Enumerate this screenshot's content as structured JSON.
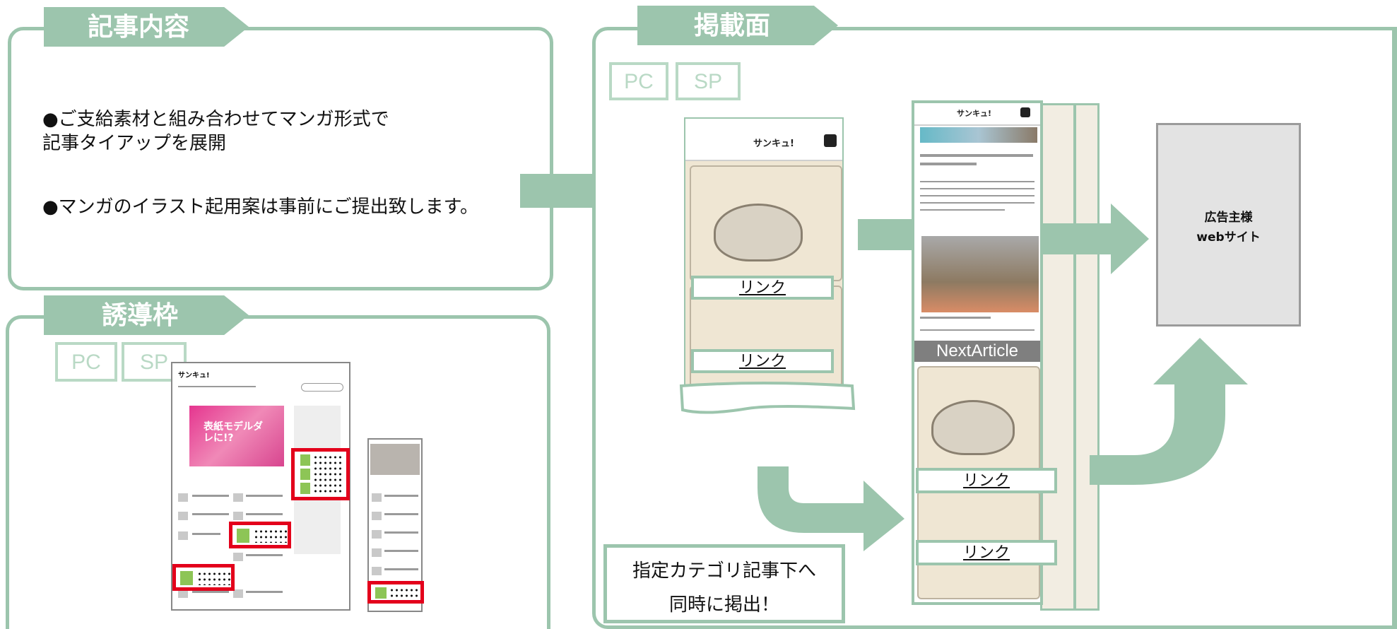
{
  "article_panel": {
    "tab_label": "記事内容",
    "bullet_1_line_1": "●ご支給素材と組み合わせてマンガ形式で",
    "bullet_1_line_2": "記事タイアップを展開",
    "bullet_2": "●マンガのイラスト起用案は事前にご提出致します。"
  },
  "guide_panel": {
    "tab_label": "誘導枠",
    "pc_label": "PC",
    "sp_label": "SP",
    "site_logo": "サンキュ!",
    "banner_text": "表紙モデルダレに!?"
  },
  "placement_panel": {
    "tab_label": "掲載面",
    "pc_label": "PC",
    "sp_label": "SP",
    "site_logo": "サンキュ!",
    "link_label": "リンク",
    "next_article_label": "NextArticle",
    "advertiser_line_1": "広告主様",
    "advertiser_line_2": "webサイト",
    "callout_line_1": "指定カテゴリ記事下へ",
    "callout_line_2": "同時に掲出！"
  },
  "colors": {
    "accent_green": "#9cc5ad",
    "highlight_red": "#e3001b",
    "slot_green": "#8dc556"
  },
  "icons": [
    "search-icon",
    "arrow-right-icon",
    "arrow-curve-icon"
  ]
}
